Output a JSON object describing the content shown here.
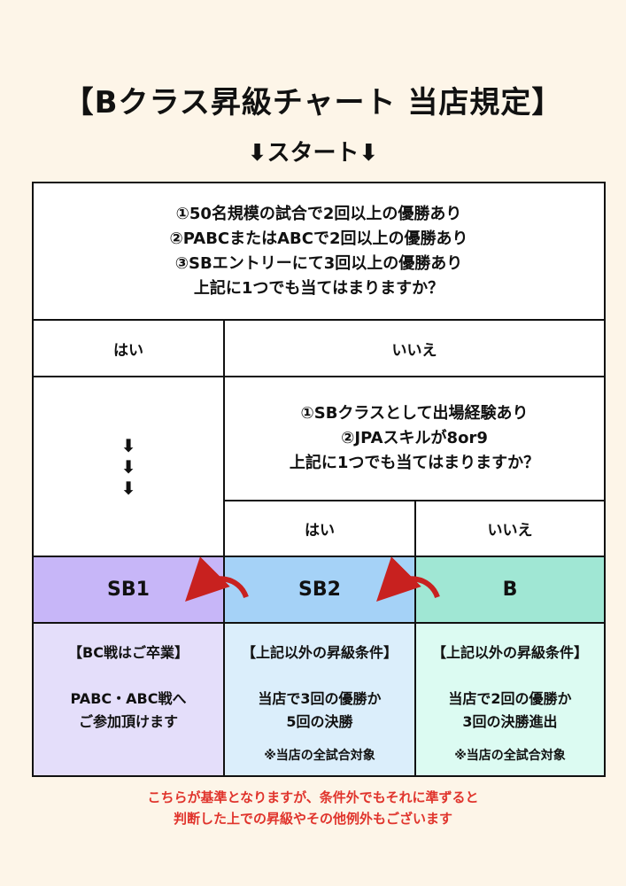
{
  "title": "【Bクラス昇級チャート  当店規定】",
  "start": "⬇スタート⬇",
  "q1": {
    "lines": [
      "①50名規模の試合で2回以上の優勝あり",
      "②PABCまたはABCで2回以上の優勝あり",
      "③SBエントリーにて3回以上の優勝あり",
      "上記に1つでも当てはまりますか？"
    ],
    "yes": "はい",
    "no": "いいえ"
  },
  "q2": {
    "lines": [
      "①SBクラスとして出場経験あり",
      "②JPAスキルが8or9",
      "上記に1つでも当てはまりますか？"
    ],
    "yes": "はい",
    "no": "いいえ"
  },
  "down_arrows": [
    "⬇",
    "⬇",
    "⬇"
  ],
  "levels": [
    {
      "label": "SB1",
      "color": "#c7b6f8"
    },
    {
      "label": "SB2",
      "color": "#a5d2f7"
    },
    {
      "label": "B",
      "color": "#a0e7d4"
    }
  ],
  "descs": [
    {
      "head": "【BC戦はご卒業】",
      "body": [
        "PABC・ABC戦へ",
        "ご参加頂けます"
      ],
      "note": "",
      "color": "#e4defa"
    },
    {
      "head": "【上記以外の昇級条件】",
      "body": [
        "当店で3回の優勝か",
        "5回の決勝"
      ],
      "note": "※当店の全試合対象",
      "color": "#dbeefb"
    },
    {
      "head": "【上記以外の昇級条件】",
      "body": [
        "当店で2回の優勝か",
        "3回の決勝進出"
      ],
      "note": "※当店の全試合対象",
      "color": "#dcfbf2"
    }
  ],
  "footer": [
    "こちらが基準となりますが、条件外でもそれに準ずると",
    "判断した上での昇級やその他例外もございます"
  ],
  "accent_colors": {
    "arrow": "#c8211f",
    "footer_text": "#e0342c",
    "background": "#fdf5e8"
  }
}
